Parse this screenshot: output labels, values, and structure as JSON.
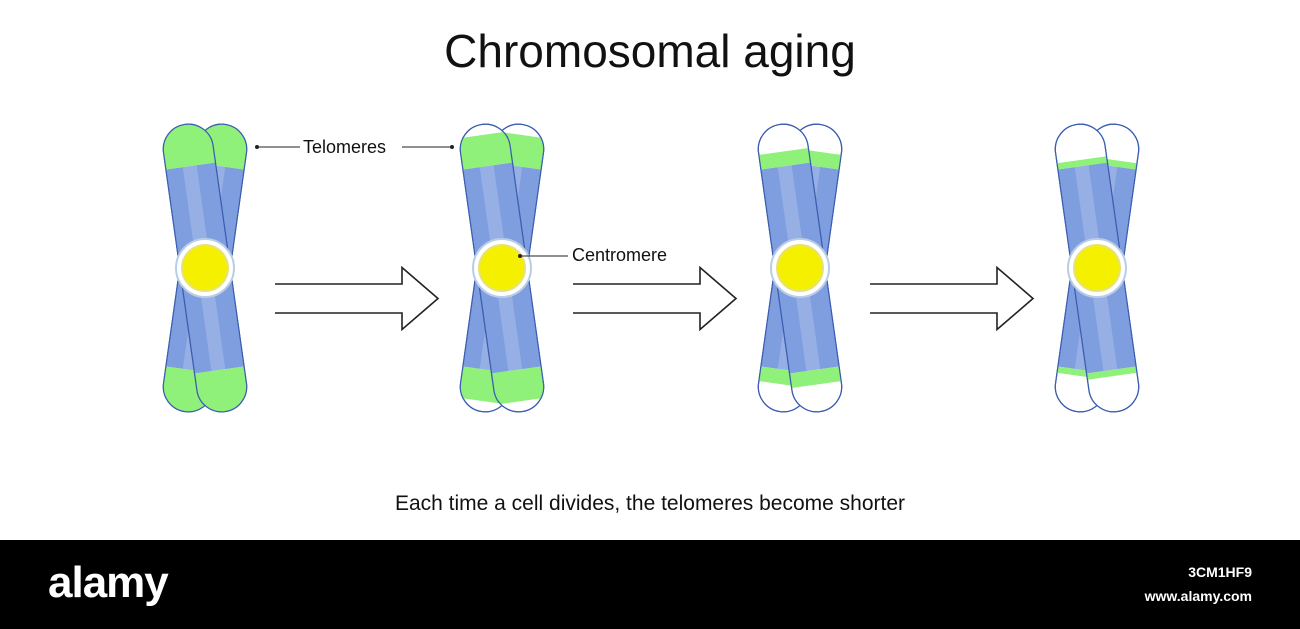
{
  "title": "Chromosomal aging",
  "labels": {
    "telomeres": "Telomeres",
    "centromere": "Centromere"
  },
  "caption": "Each time a cell divides, the telomeres become shorter",
  "stages": [
    {
      "telomere_fraction": 1.0
    },
    {
      "telomere_fraction": 0.75
    },
    {
      "telomere_fraction": 0.35
    },
    {
      "telomere_fraction": 0.15
    }
  ],
  "colors": {
    "chromatid": "#7f9ee0",
    "chromatid_edge": "#3c5eb0",
    "telomere": "#8ff07a",
    "centromere": "#f4f000",
    "arrow": "#222222"
  },
  "footer": {
    "logo": "alamy",
    "image_id": "3CM1HF9",
    "site": "www.alamy.com"
  }
}
